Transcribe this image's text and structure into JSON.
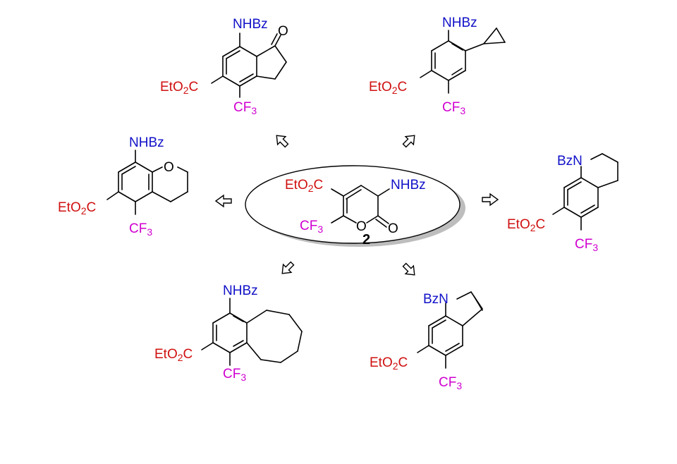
{
  "center": {
    "substituent_top_left": "EtO2C",
    "substituent_top_right": "NHBz",
    "substituent_bottom_left": "CF3",
    "ring_oxygen": "O",
    "carbonyl_oxygen": "O",
    "compound_number": "2"
  },
  "products": [
    {
      "id": "indanone",
      "top": "NHBz",
      "ketone": "O",
      "left": "EtO2C",
      "bottom": "CF3"
    },
    {
      "id": "cyclopropyl",
      "top": "NHBz",
      "left": "EtO2C",
      "bottom": "CF3"
    },
    {
      "id": "chromane",
      "top": "NHBz",
      "ring": "O",
      "left": "EtO2C",
      "bottom": "CF3"
    },
    {
      "id": "tetrahydroquinoline",
      "top": "BzN",
      "left": "EtO2C",
      "bottom": "CF3"
    },
    {
      "id": "benzocycloheptene",
      "top": "NHBz",
      "left": "EtO2C",
      "bottom": "CF3"
    },
    {
      "id": "indole",
      "top": "BzN",
      "left": "EtO2C",
      "bottom": "CF3"
    }
  ],
  "colors": {
    "amine": "#1010c8",
    "ester": "#d01010",
    "trifluoromethyl": "#d000d0"
  }
}
